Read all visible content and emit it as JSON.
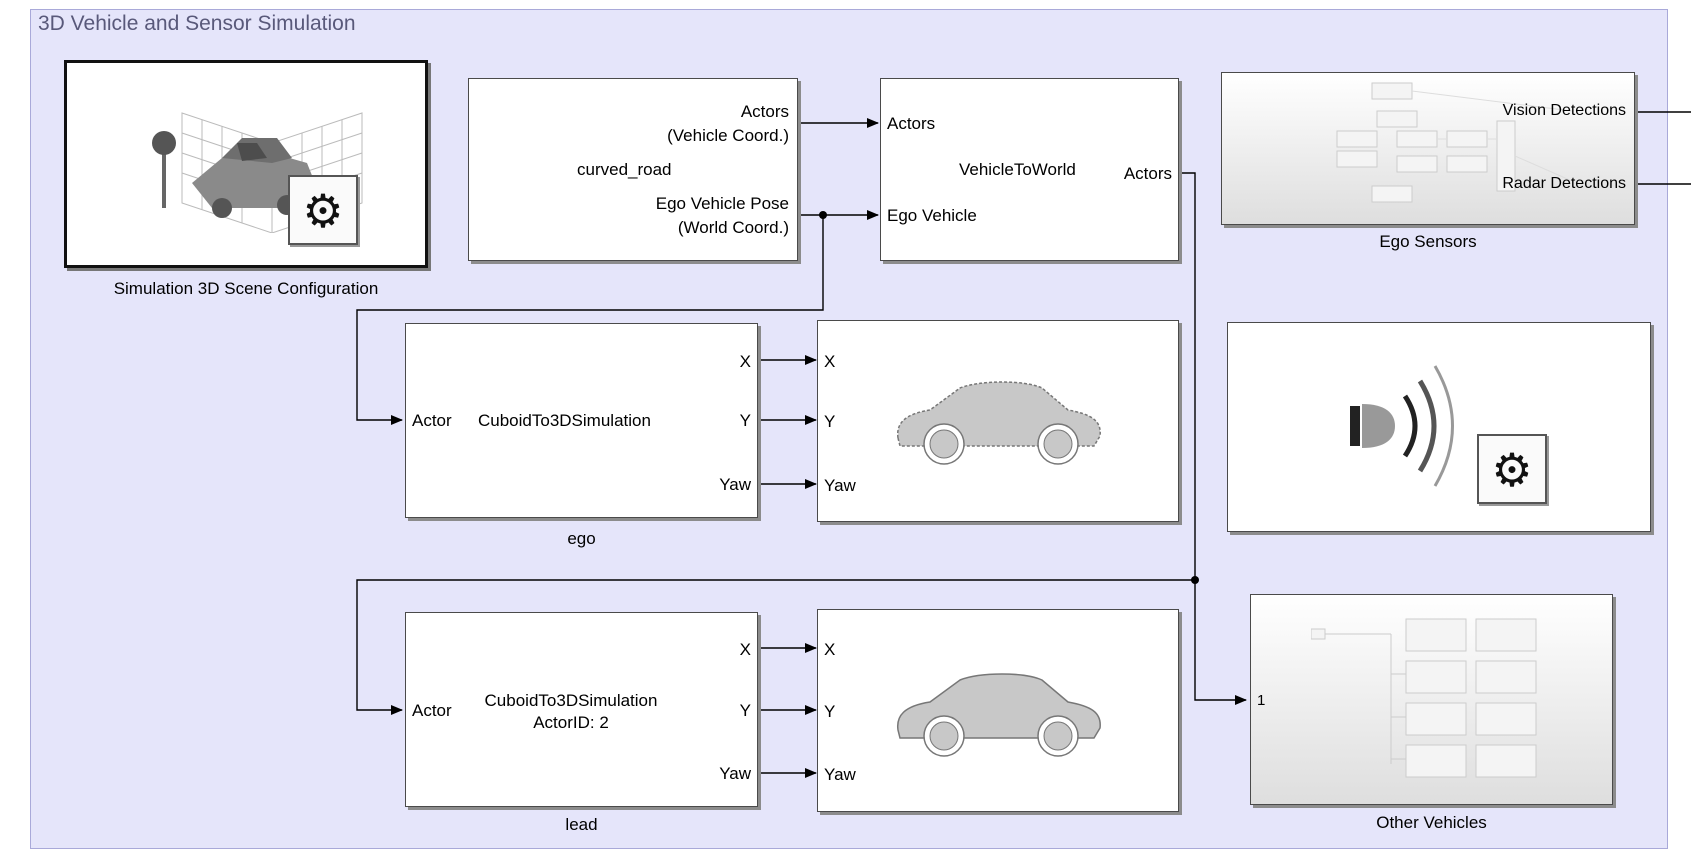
{
  "subsystem_title": "3D Vehicle and Sensor Simulation",
  "scene_config": {
    "caption": "Simulation 3D Scene Configuration",
    "icon": "gear-icon"
  },
  "scenario": {
    "label": "curved_road",
    "out1_line1": "Actors",
    "out1_line2": "(Vehicle Coord.)",
    "out2_line1": "Ego Vehicle Pose",
    "out2_line2": "(World Coord.)"
  },
  "vehicle_to_world": {
    "label": "VehicleToWorld",
    "in1": "Actors",
    "in2": "Ego Vehicle",
    "out": "Actors"
  },
  "ego_sensors": {
    "caption": "Ego Sensors",
    "out1": "Vision Detections",
    "out2": "Radar Detections"
  },
  "ego": {
    "caption": "ego",
    "label": "CuboidTo3DSimulation",
    "in": "Actor",
    "out_x": "X",
    "out_y": "Y",
    "out_yaw": "Yaw",
    "veh_in_x": "X",
    "veh_in_y": "Y",
    "veh_in_yaw": "Yaw"
  },
  "lead": {
    "caption": "lead",
    "label1": "CuboidTo3DSimulation",
    "label2": "ActorID: 2",
    "in": "Actor",
    "out_x": "X",
    "out_y": "Y",
    "out_yaw": "Yaw",
    "veh_in_x": "X",
    "veh_in_y": "Y",
    "veh_in_yaw": "Yaw"
  },
  "other_vehicles": {
    "caption": "Other Vehicles",
    "in": "1"
  },
  "sensor_config": {
    "icon": "gear-icon"
  },
  "colors": {
    "canvas": "#e5e5fa",
    "wire": "#000000",
    "block_border": "#4a4a4a",
    "vehicle_fill": "#c8c8c8"
  }
}
